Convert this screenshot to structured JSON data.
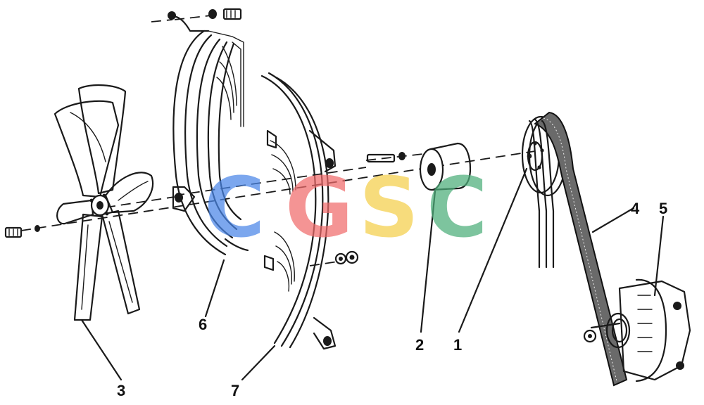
{
  "callouts": {
    "c1": "1",
    "c2": "2",
    "c3": "3",
    "c4": "4",
    "c5": "5",
    "c6": "6",
    "c7": "7"
  },
  "watermark": {
    "letters": [
      "C",
      "G",
      "S",
      "C"
    ],
    "colors": [
      "#4a86e8",
      "#f06b6b",
      "#f5cf4a",
      "#4cae7a"
    ]
  }
}
